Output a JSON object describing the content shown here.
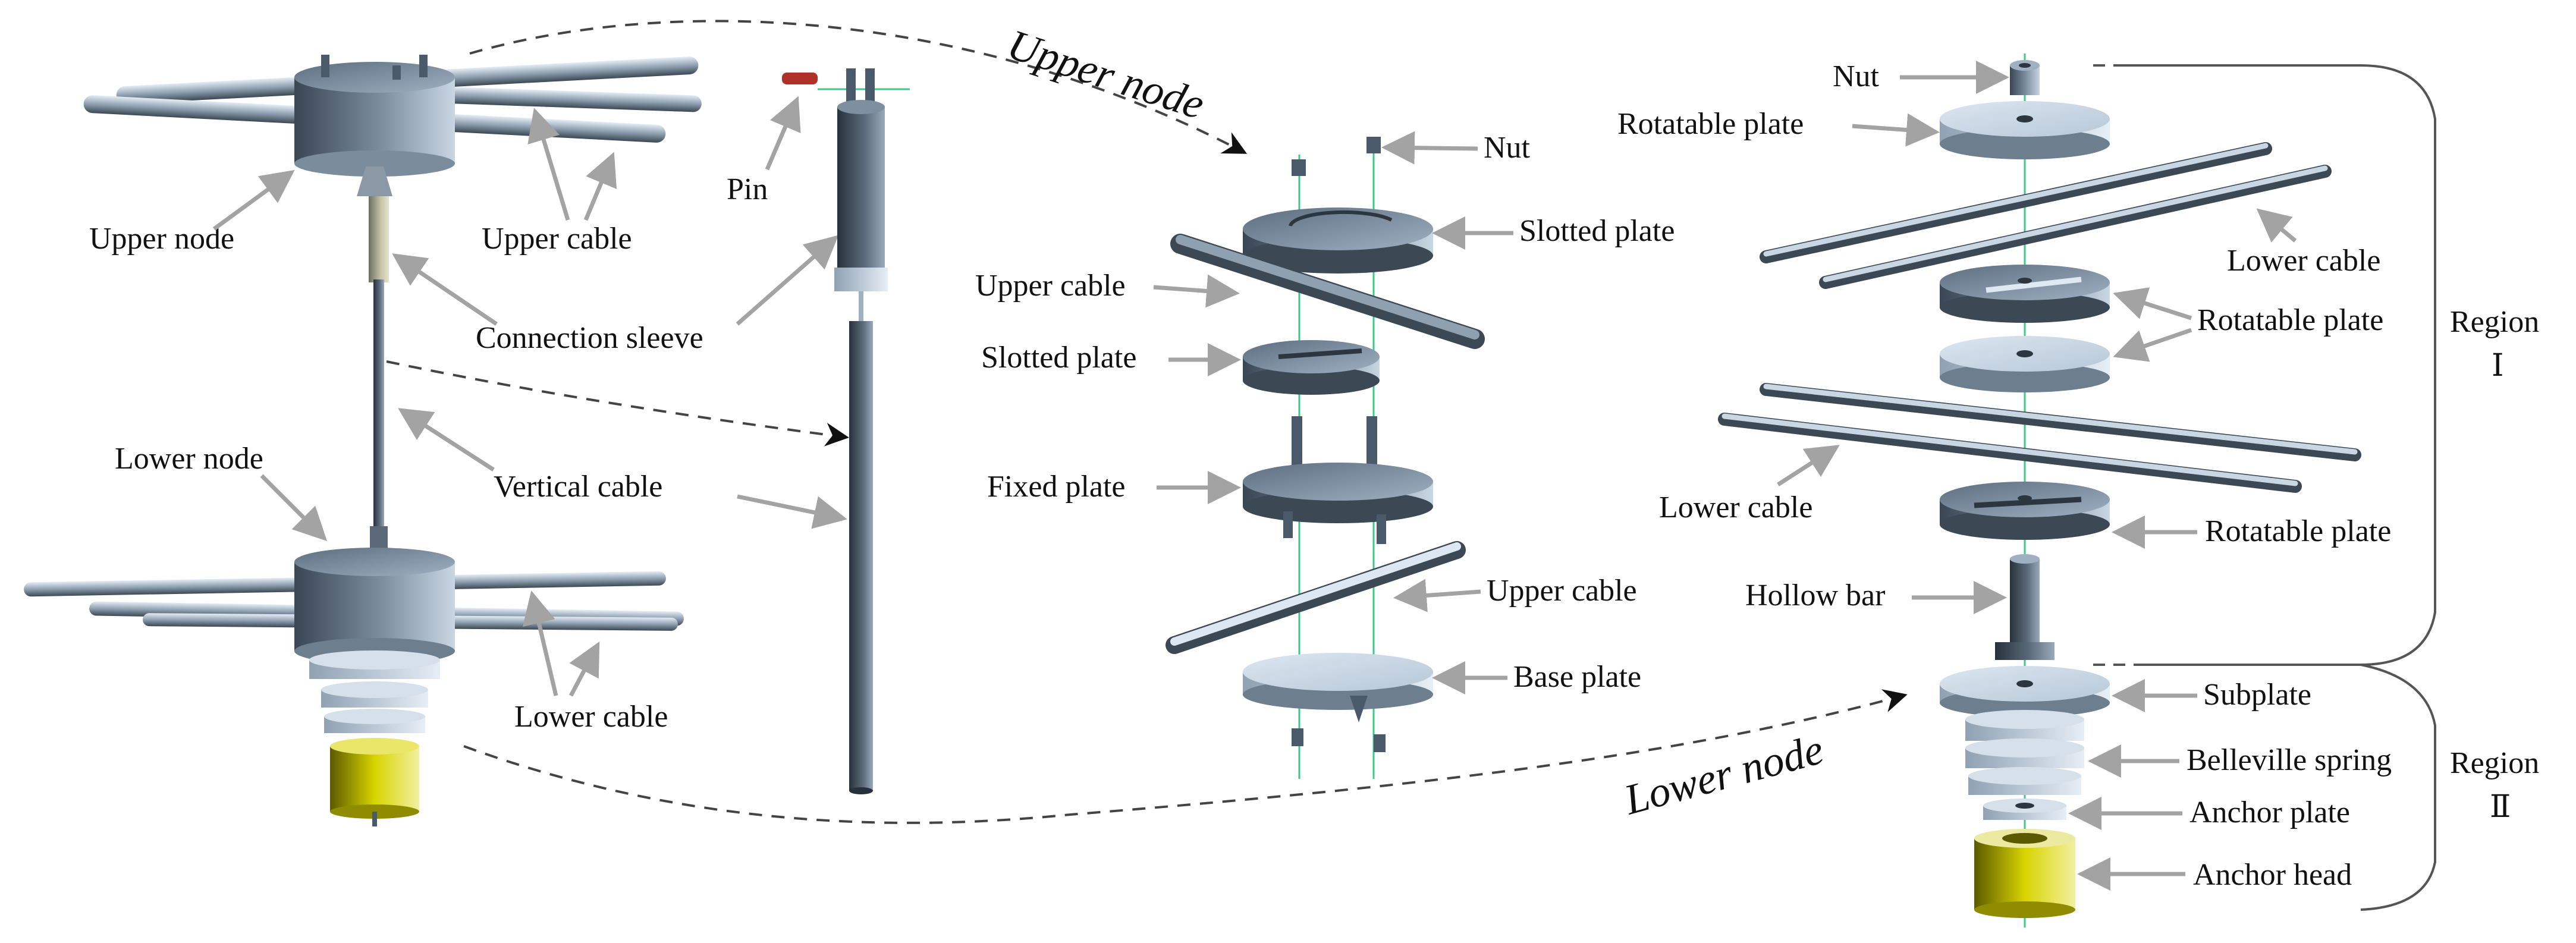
{
  "labels": {
    "upper_node": "Upper node",
    "upper_cable": "Upper cable",
    "connection_sleeve": "Connection sleeve",
    "lower_node": "Lower node",
    "vertical_cable": "Vertical cable",
    "lower_cable": "Lower cable",
    "pin": "Pin",
    "nut": "Nut",
    "slotted_plate": "Slotted plate",
    "fixed_plate": "Fixed plate",
    "base_plate": "Base plate",
    "rotatable_plate": "Rotatable plate",
    "hollow_bar": "Hollow bar",
    "subplate": "Subplate",
    "belleville_spring": "Belleville spring",
    "anchor_plate": "Anchor plate",
    "anchor_head": "Anchor head",
    "region": "Region",
    "region_i": "Ⅰ",
    "region_ii": "Ⅱ"
  },
  "titles": {
    "upper_node": "Upper node",
    "lower_node": "Lower node"
  },
  "colors": {
    "steel_dark": "#4a5a6a",
    "steel_mid": "#7d8fa0",
    "steel_light": "#c9d6e3",
    "yellow": "#d8d400",
    "pin_red": "#b0302a",
    "axis_green": "#3cc98a",
    "arrow_gray": "#a3a3a3"
  }
}
